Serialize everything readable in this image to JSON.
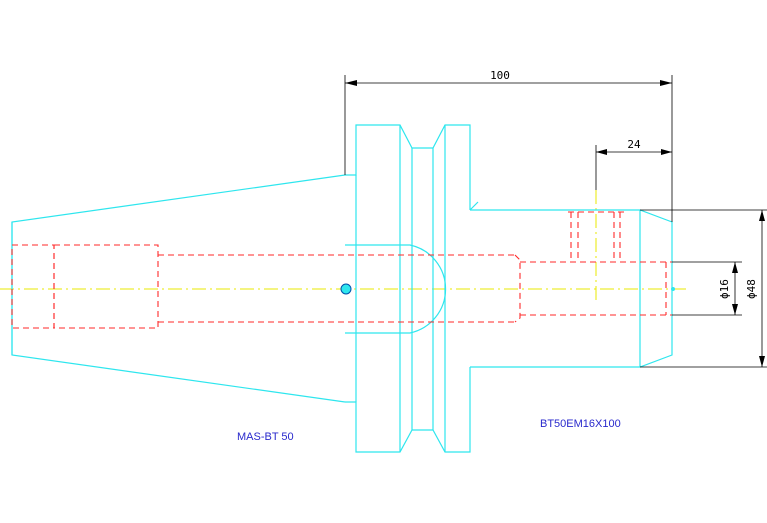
{
  "dimensions": {
    "overall_length": "100",
    "bore_depth": "24",
    "bore_diameter": "ϕ16",
    "outer_diameter": "ϕ48"
  },
  "labels": {
    "left_part": "MAS-BT 50",
    "right_part": "BT50EM16X100"
  },
  "colors": {
    "outline": "#2ee6ee",
    "hidden": "#ff2a2a",
    "centerline": "#e8e800",
    "dimension": "#000000",
    "label": "#2929cc"
  }
}
